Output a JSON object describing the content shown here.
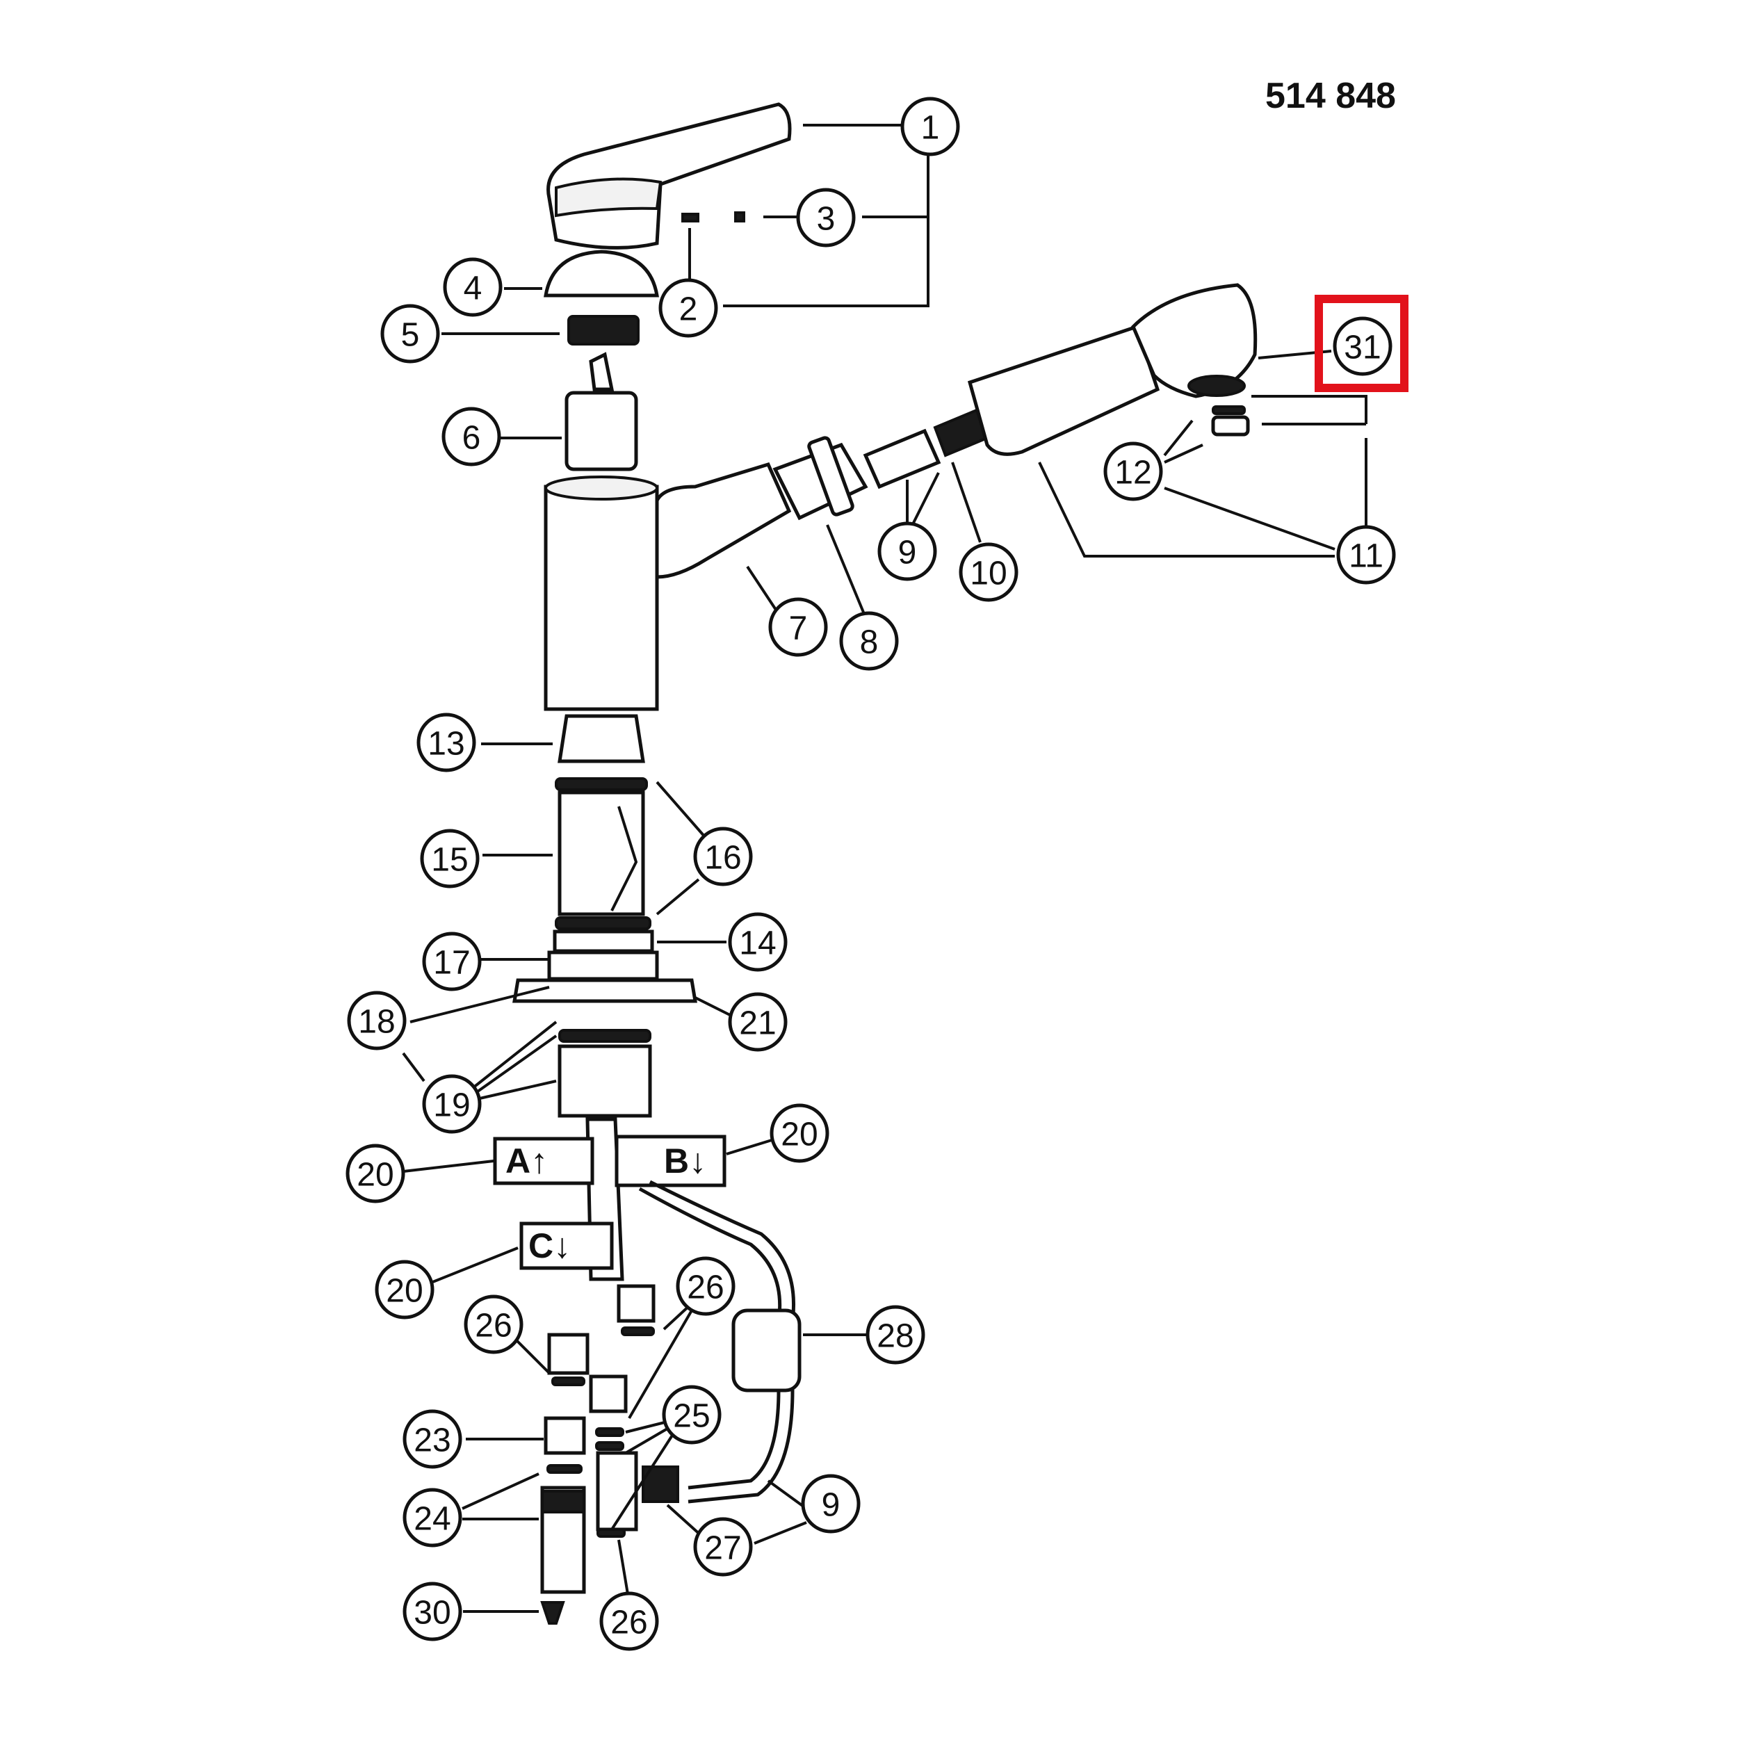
{
  "drawing_number": "514 848",
  "highlighted_callout": "31",
  "highlight_color": "#e2121b",
  "callouts": [
    {
      "id": "c1",
      "label": "1"
    },
    {
      "id": "c2",
      "label": "2"
    },
    {
      "id": "c3",
      "label": "3"
    },
    {
      "id": "c4",
      "label": "4"
    },
    {
      "id": "c5",
      "label": "5"
    },
    {
      "id": "c6",
      "label": "6"
    },
    {
      "id": "c7",
      "label": "7"
    },
    {
      "id": "c8",
      "label": "8"
    },
    {
      "id": "c9a",
      "label": "9"
    },
    {
      "id": "c10",
      "label": "10"
    },
    {
      "id": "c11",
      "label": "11"
    },
    {
      "id": "c12",
      "label": "12"
    },
    {
      "id": "c31",
      "label": "31"
    },
    {
      "id": "c13",
      "label": "13"
    },
    {
      "id": "c15",
      "label": "15"
    },
    {
      "id": "c16",
      "label": "16"
    },
    {
      "id": "c14",
      "label": "14"
    },
    {
      "id": "c17",
      "label": "17"
    },
    {
      "id": "c18",
      "label": "18"
    },
    {
      "id": "c21",
      "label": "21"
    },
    {
      "id": "c19",
      "label": "19"
    },
    {
      "id": "c20a",
      "label": "20"
    },
    {
      "id": "c20b",
      "label": "20"
    },
    {
      "id": "c20c",
      "label": "20"
    },
    {
      "id": "c26a",
      "label": "26"
    },
    {
      "id": "c26b",
      "label": "26"
    },
    {
      "id": "c28",
      "label": "28"
    },
    {
      "id": "c23",
      "label": "23"
    },
    {
      "id": "c25",
      "label": "25"
    },
    {
      "id": "c24",
      "label": "24"
    },
    {
      "id": "c9b",
      "label": "9"
    },
    {
      "id": "c27",
      "label": "27"
    },
    {
      "id": "c30",
      "label": "30"
    },
    {
      "id": "c26c",
      "label": "26"
    }
  ],
  "port_labels": {
    "a": "A↑",
    "b": "B↓",
    "c": "C↓"
  }
}
